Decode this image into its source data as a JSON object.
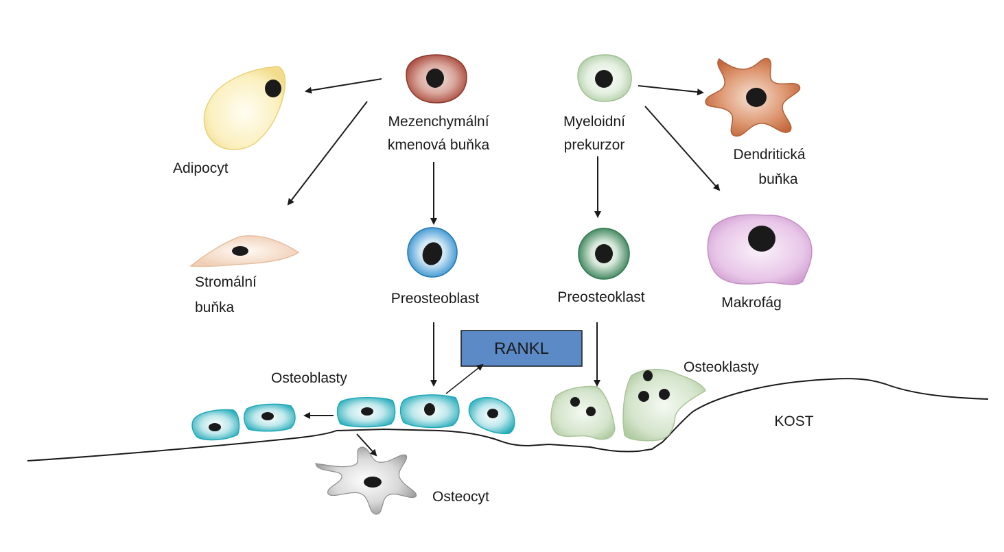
{
  "labels": {
    "msc_line1": "Mezenchymální",
    "msc_line2": "kmenová buňka",
    "myeloid_line1": "Myeloidní",
    "myeloid_line2": "prekurzor",
    "adipocyte": "Adipocyt",
    "stromal_line1": "Stromální",
    "stromal_line2": "buňka",
    "preosteoblast": "Preosteoblast",
    "preosteoclast": "Preosteoklast",
    "dendritic_line1": "Dendritická",
    "dendritic_line2": "buňka",
    "macrophage": "Makrofág",
    "rankl": "RANKL",
    "osteoblasts": "Osteoblasty",
    "osteoclasts": "Osteoklasty",
    "osteocyte": "Osteocyt",
    "bone": "KOST"
  },
  "colors": {
    "msc": "#a8473a",
    "adipocyte": "#f6e49a",
    "stromal": "#f6dcc8",
    "preosteoblast": "#2f8fcf",
    "myeloid": "#cfe2c8",
    "preosteoclast": "#3f8a5c",
    "dendritic": "#d07a4e",
    "macrophage": "#dcb0dc",
    "osteoblast": "#37b7c3",
    "osteoclast": "#c4d8b8",
    "osteocyte": "#bcbcbc",
    "rankl_box": "#5b8ac7",
    "nucleus": "#1a1a1a"
  }
}
